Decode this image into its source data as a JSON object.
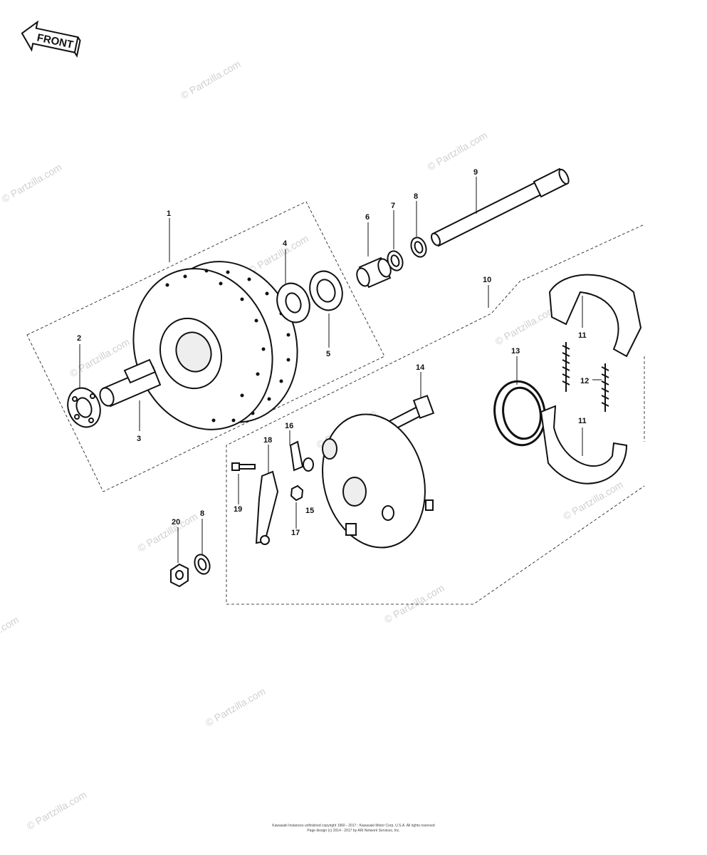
{
  "front_label": "FRONT",
  "watermark": "© Partzilla.com",
  "callouts": {
    "c1": "1",
    "c2": "2",
    "c3": "3",
    "c4": "4",
    "c5": "5",
    "c6": "6",
    "c7": "7",
    "c8a": "8",
    "c8b": "8",
    "c9": "9",
    "c10": "10",
    "c11a": "11",
    "c11b": "11",
    "c12": "12",
    "c13": "13",
    "c14": "14",
    "c15": "15",
    "c16": "16",
    "c17": "17",
    "c18": "18",
    "c19": "19",
    "c20": "20"
  },
  "copyright": {
    "line1": "Kawasaki Instances unfinished copyright 1960 - 2017 ; Kawasaki Motor Corp. U.S.A.  All rights reserved",
    "line2": "Page design (c) 2014 - 2017 by ARI Network Services, Inc."
  },
  "colors": {
    "line": "#111111",
    "watermark": "#d0d0d0",
    "background": "#ffffff"
  }
}
